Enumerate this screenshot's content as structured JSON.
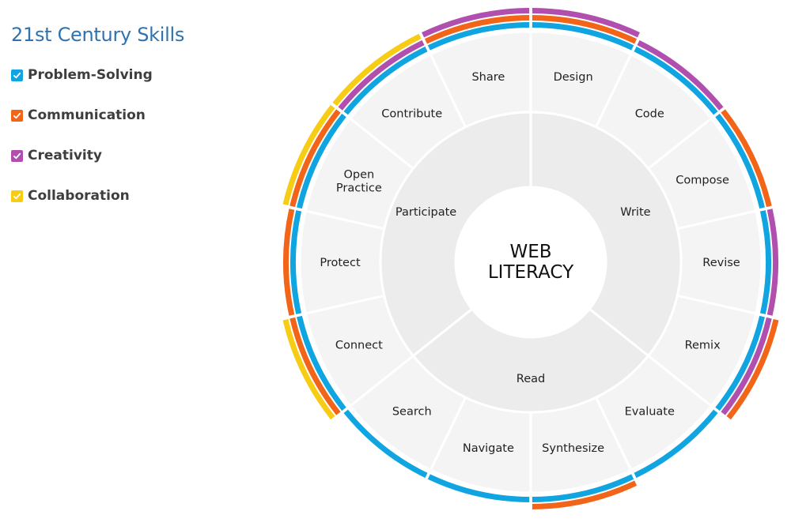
{
  "sidebar": {
    "title": "21st Century Skills",
    "skills": [
      {
        "label": "Problem-Solving",
        "color": "#10a5e0",
        "checked": true
      },
      {
        "label": "Communication",
        "color": "#f26418",
        "checked": true
      },
      {
        "label": "Creativity",
        "color": "#b04fad",
        "checked": true
      },
      {
        "label": "Collaboration",
        "color": "#f7cc14",
        "checked": true
      }
    ]
  },
  "wheel": {
    "center_lines": [
      "WEB",
      "LITERACY"
    ],
    "categories": [
      {
        "label": "Write"
      },
      {
        "label": "Read"
      },
      {
        "label": "Participate"
      }
    ],
    "skills": [
      {
        "label": "Design",
        "category": "Write",
        "tags": [
          "Problem-Solving",
          "Communication",
          "Creativity"
        ]
      },
      {
        "label": "Code",
        "category": "Write",
        "tags": [
          "Problem-Solving",
          "Creativity"
        ]
      },
      {
        "label": "Compose",
        "category": "Write",
        "tags": [
          "Problem-Solving",
          "Communication"
        ]
      },
      {
        "label": "Revise",
        "category": "Write",
        "tags": [
          "Problem-Solving",
          "Creativity"
        ]
      },
      {
        "label": "Remix",
        "category": "Write",
        "tags": [
          "Problem-Solving",
          "Creativity",
          "Communication"
        ]
      },
      {
        "label": "Evaluate",
        "category": "Read",
        "tags": [
          "Problem-Solving"
        ]
      },
      {
        "label": "Synthesize",
        "category": "Read",
        "tags": [
          "Problem-Solving",
          "Communication"
        ]
      },
      {
        "label": "Navigate",
        "category": "Read",
        "tags": [
          "Problem-Solving"
        ]
      },
      {
        "label": "Search",
        "category": "Read",
        "tags": [
          "Problem-Solving"
        ]
      },
      {
        "label": "Connect",
        "category": "Participate",
        "tags": [
          "Problem-Solving",
          "Communication",
          "Collaboration"
        ]
      },
      {
        "label": "Protect",
        "category": "Participate",
        "tags": [
          "Problem-Solving",
          "Communication"
        ]
      },
      {
        "label": "Open Practice",
        "category": "Participate",
        "tags": [
          "Problem-Solving",
          "Communication",
          "Collaboration"
        ]
      },
      {
        "label": "Contribute",
        "category": "Participate",
        "tags": [
          "Problem-Solving",
          "Creativity",
          "Collaboration"
        ]
      },
      {
        "label": "Share",
        "category": "Participate",
        "tags": [
          "Problem-Solving",
          "Communication",
          "Creativity"
        ]
      }
    ]
  }
}
